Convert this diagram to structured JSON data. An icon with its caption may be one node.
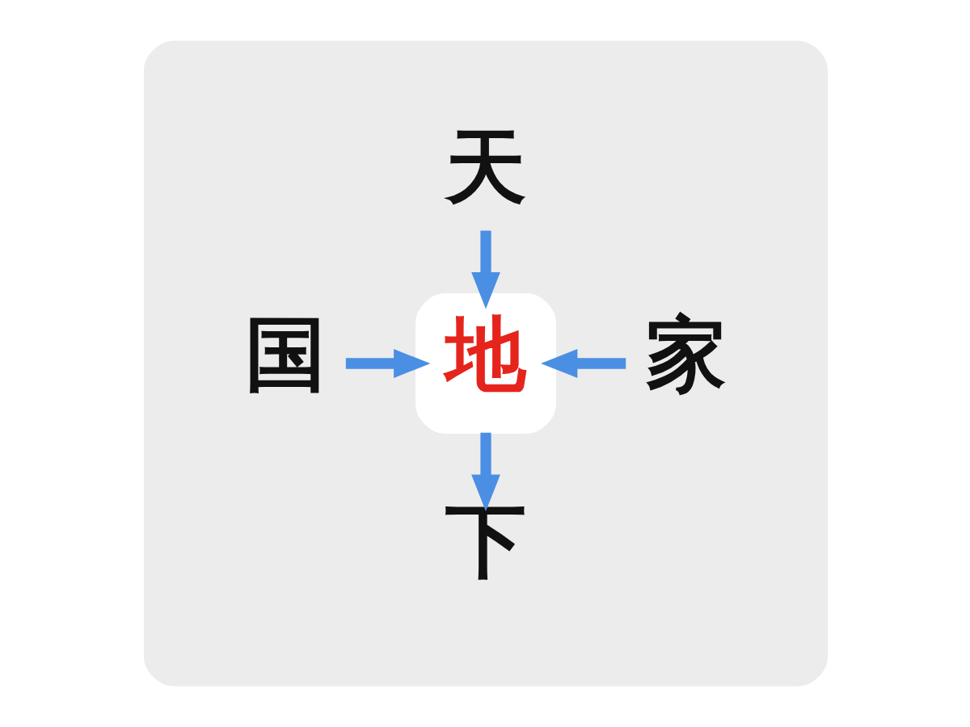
{
  "diagram": {
    "nodes": [
      {
        "text": [],
        "shape": "box"
      },
      {
        "text": [
          "天"
        ],
        "in": 0
      },
      {
        "text": [
          "国"
        ],
        "in": 0
      },
      {
        "text": [
          "地"
        ],
        "in": 0
      },
      {
        "text": [
          "家"
        ],
        "in": 0
      },
      {
        "text": [
          "下"
        ],
        "in": 0
      }
    ],
    "edges": [
      {
        "from": 1,
        "to": 3,
        "arrow": "to"
      },
      {
        "from": 2,
        "to": 3,
        "arrow": "to"
      },
      {
        "from": 4,
        "to": 3,
        "arrow": "to"
      },
      {
        "from": 3,
        "to": 5,
        "arrow": "to"
      }
    ]
  }
}
